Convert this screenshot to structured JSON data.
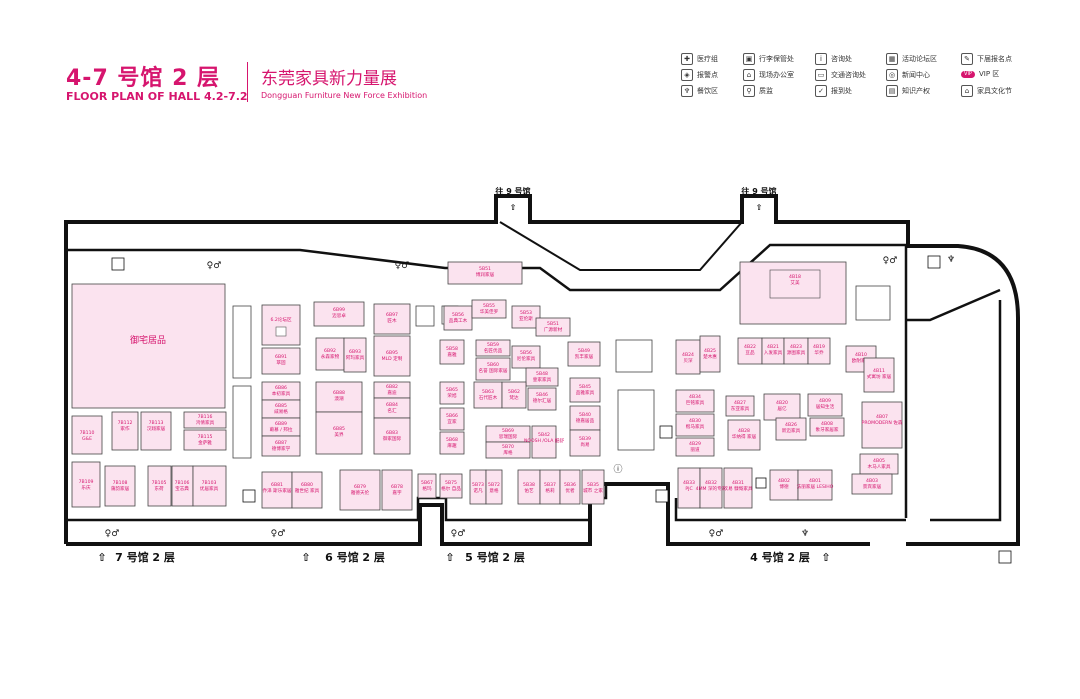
{
  "header": {
    "title_cn": "4-7 号馆 2 层",
    "title_en": "FLOOR PLAN OF HALL 4.2-7.2",
    "subtitle_cn": "东莞家具新力量展",
    "subtitle_en": "Dongguan Furniture New Force Exhibition"
  },
  "legend": [
    {
      "icon": "medical-icon",
      "glyph": "✚",
      "label": "医疗组"
    },
    {
      "icon": "luggage-icon",
      "glyph": "▣",
      "label": "行李保管处"
    },
    {
      "icon": "info-icon",
      "glyph": "i",
      "label": "咨询处"
    },
    {
      "icon": "forum-icon",
      "glyph": "▦",
      "label": "活动论坛区"
    },
    {
      "icon": "registration-icon",
      "glyph": "✎",
      "label": "下届报名点"
    },
    {
      "icon": "police-icon",
      "glyph": "◈",
      "label": "报警点"
    },
    {
      "icon": "office-icon",
      "glyph": "⌂",
      "label": "现场办公室"
    },
    {
      "icon": "traffic-icon",
      "glyph": "▭",
      "label": "交通咨询处"
    },
    {
      "icon": "news-icon",
      "glyph": "◎",
      "label": "新闻中心"
    },
    {
      "icon": "vip-icon",
      "glyph": "VIP",
      "label": "VIP 区"
    },
    {
      "icon": "dining-icon",
      "glyph": "♆",
      "label": "餐饮区"
    },
    {
      "icon": "quality-icon",
      "glyph": "⚲",
      "label": "质监"
    },
    {
      "icon": "checkin-icon",
      "glyph": "✓",
      "label": "报到处"
    },
    {
      "icon": "ip-icon",
      "glyph": "▤",
      "label": "知识产权"
    },
    {
      "icon": "festival-icon",
      "glyph": "⌂",
      "label": "家具文化节"
    }
  ],
  "gates": [
    "往 9 号馆",
    "往 9 号馆"
  ],
  "halls": [
    "7 号馆 2 层",
    "6 号馆 2 层",
    "5 号馆 2 层",
    "4 号馆 2 层"
  ],
  "booths": [
    {
      "id": "yuzhai",
      "code": "",
      "name": "御宅居品"
    },
    {
      "id": "7b112",
      "code": "7B112",
      "name": "家作"
    },
    {
      "id": "7b113",
      "code": "7B113",
      "name": "汉翔家居"
    },
    {
      "id": "7b116",
      "code": "7B116",
      "name": "鸿倩家具"
    },
    {
      "id": "7b115",
      "code": "7B115",
      "name": "金萨雅"
    },
    {
      "id": "7b110",
      "code": "7B110",
      "name": "G&E"
    },
    {
      "id": "7b109",
      "code": "7B109",
      "name": "乐庆"
    },
    {
      "id": "7b108",
      "code": "7B108",
      "name": "蒲韵家居"
    },
    {
      "id": "7b105",
      "code": "7B105",
      "name": "东荷"
    },
    {
      "id": "7b106",
      "code": "7B106",
      "name": "宝志典"
    },
    {
      "id": "7b103",
      "code": "7B103",
      "name": "优居家具"
    },
    {
      "id": "62hall",
      "code": "",
      "name": "6.2论坛区"
    },
    {
      "id": "6b91",
      "code": "6B91",
      "name": "萃固"
    },
    {
      "id": "6b86",
      "code": "6B86",
      "name": "本初家具"
    },
    {
      "id": "6b85",
      "code": "6B85",
      "name": "威易格"
    },
    {
      "id": "6b89",
      "code": "6B89",
      "name": "蕲慕 / 邦拉"
    },
    {
      "id": "6b87",
      "code": "6B87",
      "name": "德博家学"
    },
    {
      "id": "6b99",
      "code": "6B99",
      "name": "迈思卓"
    },
    {
      "id": "6b92",
      "code": "6B92",
      "name": "永森家物"
    },
    {
      "id": "6b93",
      "code": "6B93",
      "name": "阿玛家具"
    },
    {
      "id": "6b97",
      "code": "6B97",
      "name": "匠木"
    },
    {
      "id": "6b95",
      "code": "6B95",
      "name": "MLD 定制"
    },
    {
      "id": "6b88",
      "code": "6B88",
      "name": "澳潮"
    },
    {
      "id": "6b82",
      "code": "6B82",
      "name": "嘉迪"
    },
    {
      "id": "6b84",
      "code": "6B84",
      "name": "名汇"
    },
    {
      "id": "6b85b",
      "code": "6B85",
      "name": "美界"
    },
    {
      "id": "6b83",
      "code": "6B83",
      "name": "御家国际"
    },
    {
      "id": "6b81",
      "code": "6B81",
      "name": "乔泽 斯乐家居"
    },
    {
      "id": "6b80",
      "code": "6B80",
      "name": "雅世纪 家具"
    },
    {
      "id": "6b79",
      "code": "6B79",
      "name": "雅德天伦"
    },
    {
      "id": "6b78",
      "code": "6B78",
      "name": "嘉宇"
    },
    {
      "id": "5b51",
      "code": "5B51",
      "name": "博润家居"
    },
    {
      "id": "5b56",
      "code": "5B56",
      "name": "品典工木"
    },
    {
      "id": "5b55",
      "code": "5B55",
      "name": "华美佳罗"
    },
    {
      "id": "5b53",
      "code": "5B53",
      "name": "亚伦斯"
    },
    {
      "id": "5b51b",
      "code": "5B51",
      "name": "广源新材"
    },
    {
      "id": "5b58",
      "code": "5B58",
      "name": "嘉雅"
    },
    {
      "id": "5b59",
      "code": "5B59",
      "name": "名匠优品"
    },
    {
      "id": "5b60",
      "code": "5B60",
      "name": "名誉 国际家居"
    },
    {
      "id": "5b56b",
      "code": "5B56",
      "name": "尼伦家具"
    },
    {
      "id": "5b48",
      "code": "5B48",
      "name": "壹家家具"
    },
    {
      "id": "5b49",
      "code": "5B49",
      "name": "凯丰家居"
    },
    {
      "id": "5b65",
      "code": "5B65",
      "name": "荣旭"
    },
    {
      "id": "5b63",
      "code": "5B63",
      "name": "石代匠木"
    },
    {
      "id": "5b62",
      "code": "5B62",
      "name": "梵达"
    },
    {
      "id": "5b46",
      "code": "5B46",
      "name": "德尔汇居"
    },
    {
      "id": "5b45",
      "code": "5B45",
      "name": "品雅家具"
    },
    {
      "id": "5b66",
      "code": "5B66",
      "name": "宜家"
    },
    {
      "id": "5b69",
      "code": "5B69",
      "name": "思瑞国际"
    },
    {
      "id": "5b70",
      "code": "5B70",
      "name": "库格"
    },
    {
      "id": "5b42",
      "code": "5B42",
      "name": "NOOSH /OLA 酷舒"
    },
    {
      "id": "5b40",
      "code": "5B40",
      "name": "德嘉居品"
    },
    {
      "id": "5b68",
      "code": "5B68",
      "name": "麻趣"
    },
    {
      "id": "5b39",
      "code": "5B39",
      "name": "尚易"
    },
    {
      "id": "5b67",
      "code": "5B67",
      "name": "格玛"
    },
    {
      "id": "5b75",
      "code": "5B75",
      "name": "格尔 自品"
    },
    {
      "id": "5b73",
      "code": "5B73",
      "name": "诺凡"
    },
    {
      "id": "5b72",
      "code": "5B72",
      "name": "意格"
    },
    {
      "id": "5b38",
      "code": "5B38",
      "name": "佑艺"
    },
    {
      "id": "5b37",
      "code": "5B37",
      "name": "格莉"
    },
    {
      "id": "5b36",
      "code": "5B36",
      "name": "优者"
    },
    {
      "id": "5b35",
      "code": "5B35",
      "name": "城市 之家"
    },
    {
      "id": "4b18",
      "code": "4B18",
      "name": "艾美"
    },
    {
      "id": "4b24",
      "code": "4B24",
      "name": "贝深"
    },
    {
      "id": "4b25",
      "code": "4B25",
      "name": "楚木惠"
    },
    {
      "id": "4b22",
      "code": "4B22",
      "name": "亘品"
    },
    {
      "id": "4b21",
      "code": "4B21",
      "name": "入发家具"
    },
    {
      "id": "4b23",
      "code": "4B23",
      "name": "源图家具"
    },
    {
      "id": "4b19",
      "code": "4B19",
      "name": "华乔"
    },
    {
      "id": "4b10",
      "code": "4B10",
      "name": "欧耐家具"
    },
    {
      "id": "4b11",
      "code": "4B11",
      "name": "式寓坊 家居"
    },
    {
      "id": "4b34",
      "code": "4B34",
      "name": "巨铭家具"
    },
    {
      "id": "4b30",
      "code": "4B30",
      "name": "楷马家具"
    },
    {
      "id": "4b29",
      "code": "4B29",
      "name": "丽道"
    },
    {
      "id": "4b27",
      "code": "4B27",
      "name": "东亚家具"
    },
    {
      "id": "4b28",
      "code": "4B28",
      "name": "华纳得 家居"
    },
    {
      "id": "4b20",
      "code": "4B20",
      "name": "居亿"
    },
    {
      "id": "4b26",
      "code": "4B26",
      "name": "新迈家具"
    },
    {
      "id": "4b09",
      "code": "4B09",
      "name": "居知生活"
    },
    {
      "id": "4b08",
      "code": "4B08",
      "name": "象牙家居家"
    },
    {
      "id": "4b07",
      "code": "4B07",
      "name": "PROMODERN 佐森"
    },
    {
      "id": "4b05",
      "code": "4B05",
      "name": "木马人家具"
    },
    {
      "id": "4b03",
      "code": "4B03",
      "name": "景宾家居"
    },
    {
      "id": "4b33",
      "code": "4B33",
      "name": "PJC"
    },
    {
      "id": "4b32",
      "code": "4B32",
      "name": "4MM 深的专家"
    },
    {
      "id": "4b31",
      "code": "4B31",
      "name": "欢易 慷慨家具"
    },
    {
      "id": "4b02",
      "code": "4B02",
      "name": "博德"
    },
    {
      "id": "4b01",
      "code": "4B01",
      "name": "法丽家居 LESIHO"
    }
  ]
}
